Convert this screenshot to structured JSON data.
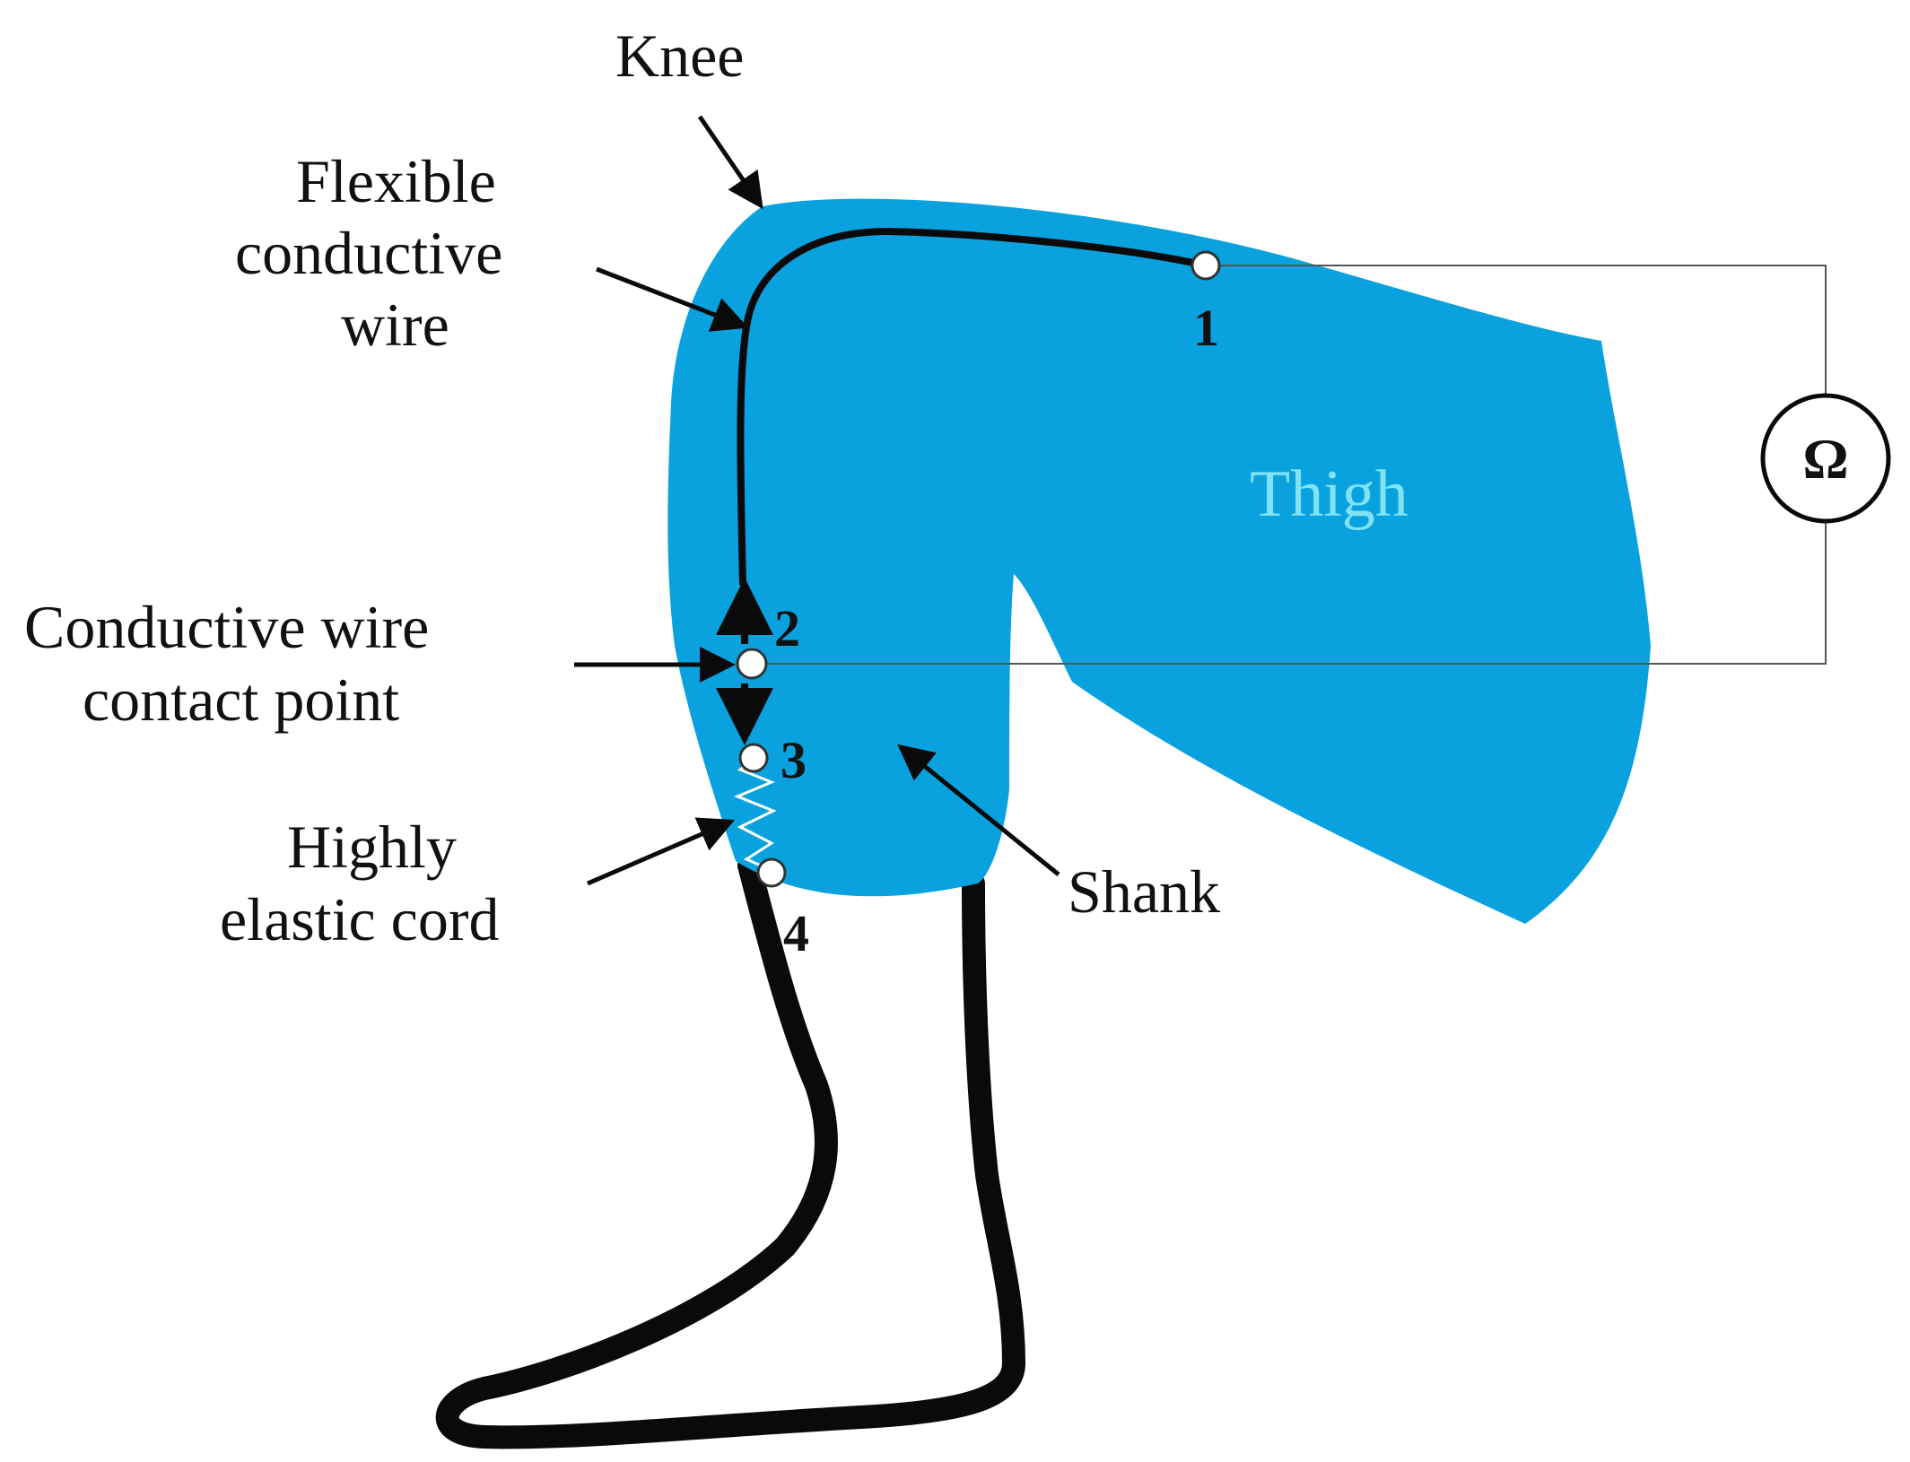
{
  "colors": {
    "limb_fill": "#0aa2de",
    "thigh_text": "#7fe3f5",
    "outline": "#0a0a0a",
    "elastic_cord": "#ffffff"
  },
  "labels": {
    "knee": "Knee",
    "flexible_wire": [
      "Flexible",
      "conductive",
      "wire"
    ],
    "contact_point": [
      "Conductive wire",
      "contact point"
    ],
    "elastic_cord": [
      "Highly",
      "elastic cord"
    ],
    "shank": "Shank",
    "thigh": "Thigh"
  },
  "points": {
    "p1": "1",
    "p2": "2",
    "p3": "3",
    "p4": "4"
  },
  "meter": {
    "symbol": "Ω",
    "icon": "ohmmeter-icon"
  }
}
